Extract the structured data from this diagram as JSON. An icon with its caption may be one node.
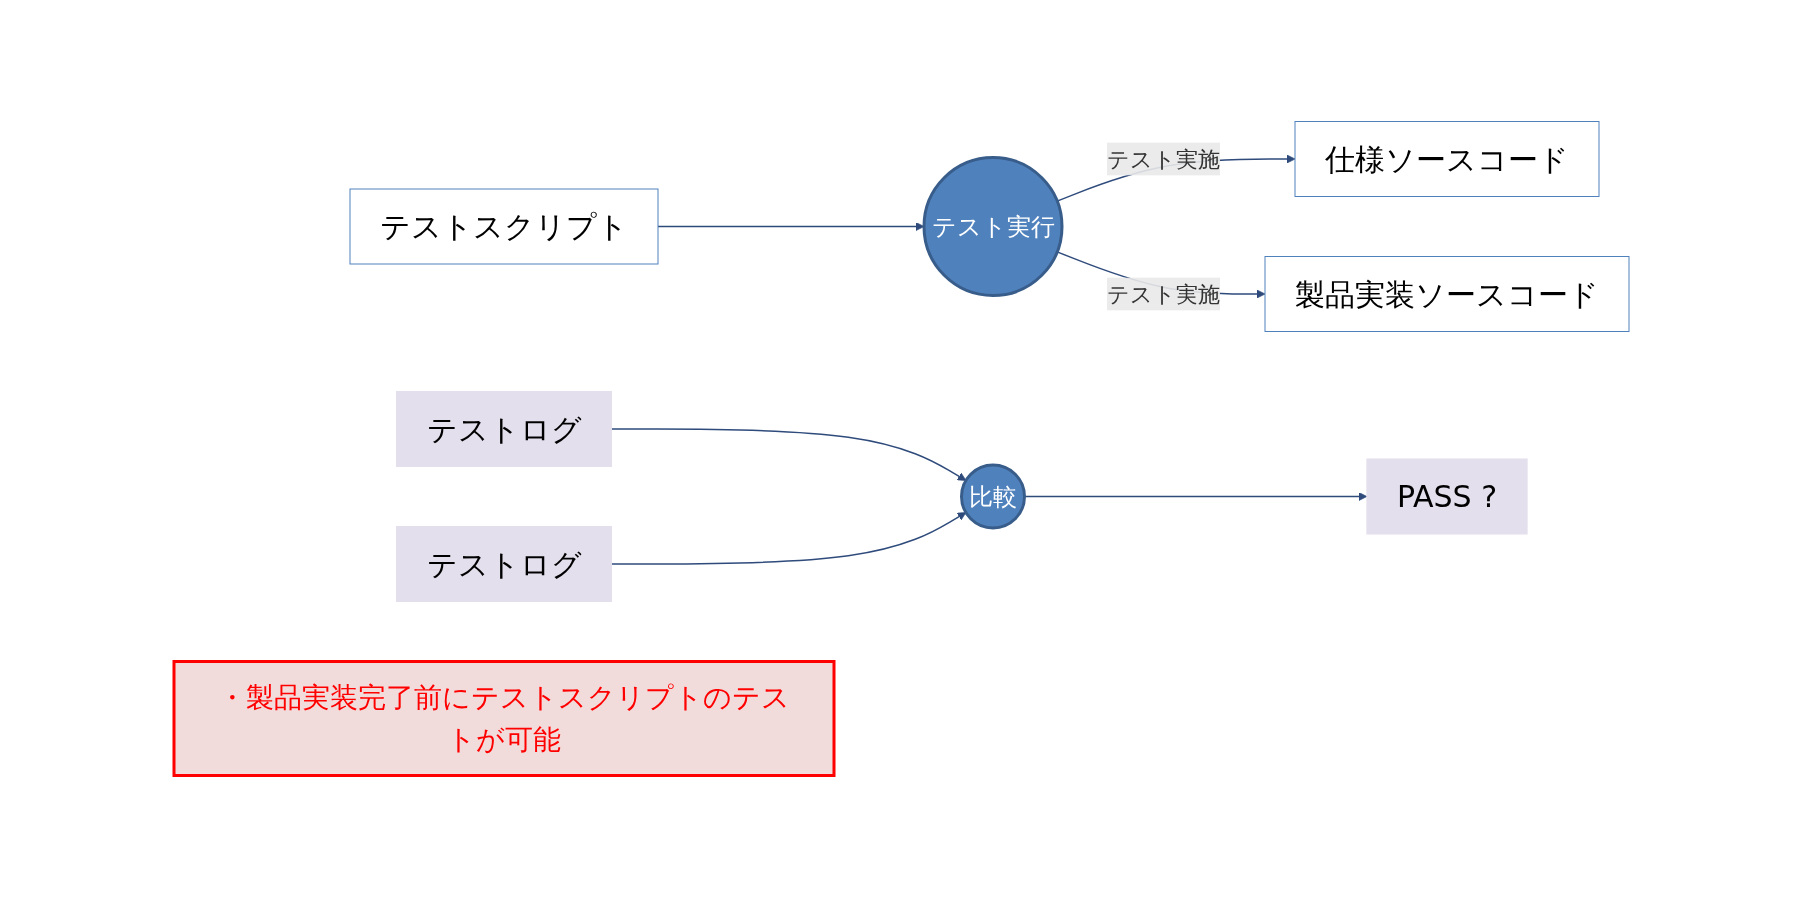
{
  "diagram": {
    "nodes": [
      {
        "text": [
          "テストスクリプト"
        ]
      },
      {
        "text": [
          "テスト実行"
        ]
      },
      {
        "text": [
          "仕様ソースコード"
        ]
      },
      {
        "text": [
          "製品実装ソースコード"
        ]
      },
      {
        "text": [
          "テストログ"
        ]
      },
      {
        "text": [
          "テストログ"
        ]
      },
      {
        "text": [
          "比較"
        ]
      },
      {
        "text": [
          "PASS ?"
        ]
      },
      {
        "text": [
          "・製品実装完了前にテストスクリプトのテストが可能"
        ]
      }
    ],
    "edges": [
      {
        "from": 0,
        "to": 1,
        "arrow": "to"
      },
      {
        "from": 1,
        "to": 2,
        "arrow": "to",
        "label": "テスト実施"
      },
      {
        "from": 1,
        "to": 3,
        "arrow": "to",
        "label": "テスト実施"
      },
      {
        "from": 4,
        "to": 6,
        "arrow": "to"
      },
      {
        "from": 5,
        "to": 6,
        "arrow": "to"
      },
      {
        "from": 6,
        "to": 7,
        "arrow": "to"
      }
    ]
  }
}
